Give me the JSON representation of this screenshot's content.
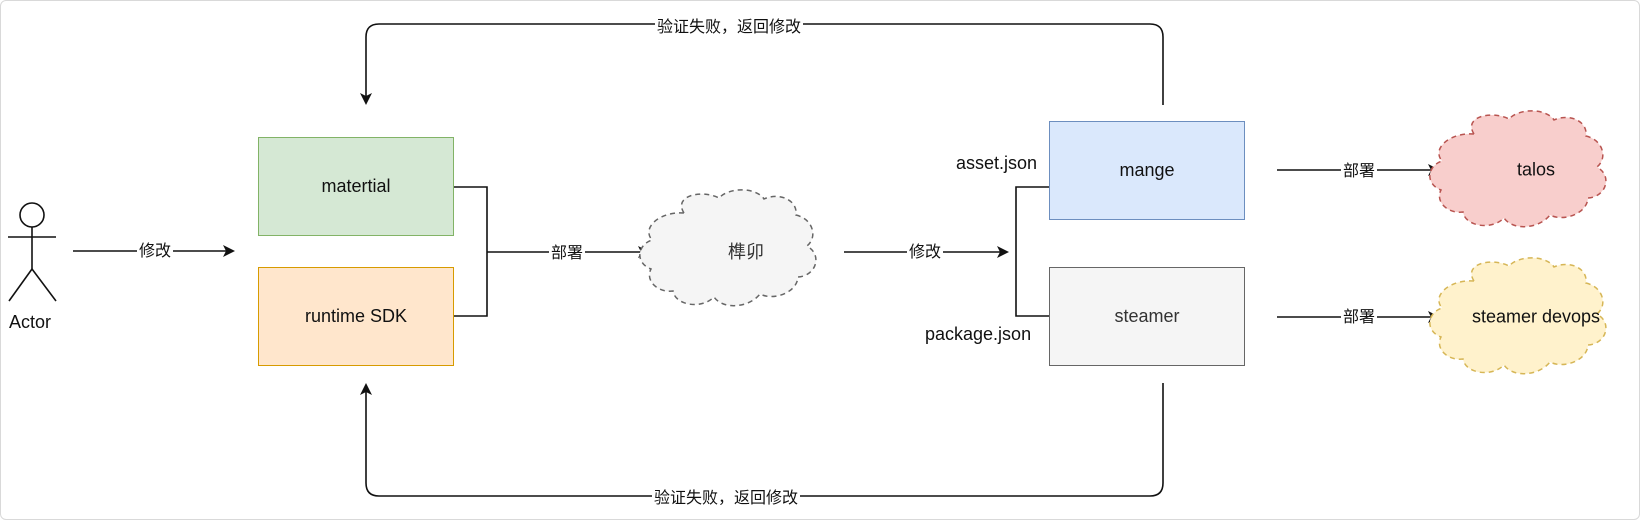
{
  "actor": {
    "label": "Actor"
  },
  "nodes": {
    "materials": "matertial",
    "runtime_sdk": "runtime SDK",
    "cloud_middle": "榫卯",
    "mange": "mange",
    "steamer": "steamer",
    "talos": "talos",
    "steamer_devops": "steamer devops"
  },
  "file_labels": {
    "asset_json": "asset.json",
    "package_json": "package.json"
  },
  "edges": {
    "actor_to_materials": "修改",
    "materials_to_cloud": "部署",
    "cloud_to_mange": "修改",
    "mange_to_talos": "部署",
    "steamer_to_devops": "部署",
    "top_feedback": "验证失败，返回修改",
    "bottom_feedback": "验证失败，返回修改"
  },
  "colors": {
    "green_fill": "#d5e8d4",
    "green_stroke": "#82b366",
    "orange_fill": "#ffe6cc",
    "orange_stroke": "#d79b00",
    "gray_fill": "#f5f5f5",
    "gray_stroke": "#666666",
    "blue_fill": "#dae8fc",
    "blue_stroke": "#6c8ebf",
    "red_fill": "#f8cecc",
    "red_stroke": "#b85450",
    "yellow_fill": "#fff2cc",
    "yellow_stroke": "#d6b656"
  }
}
